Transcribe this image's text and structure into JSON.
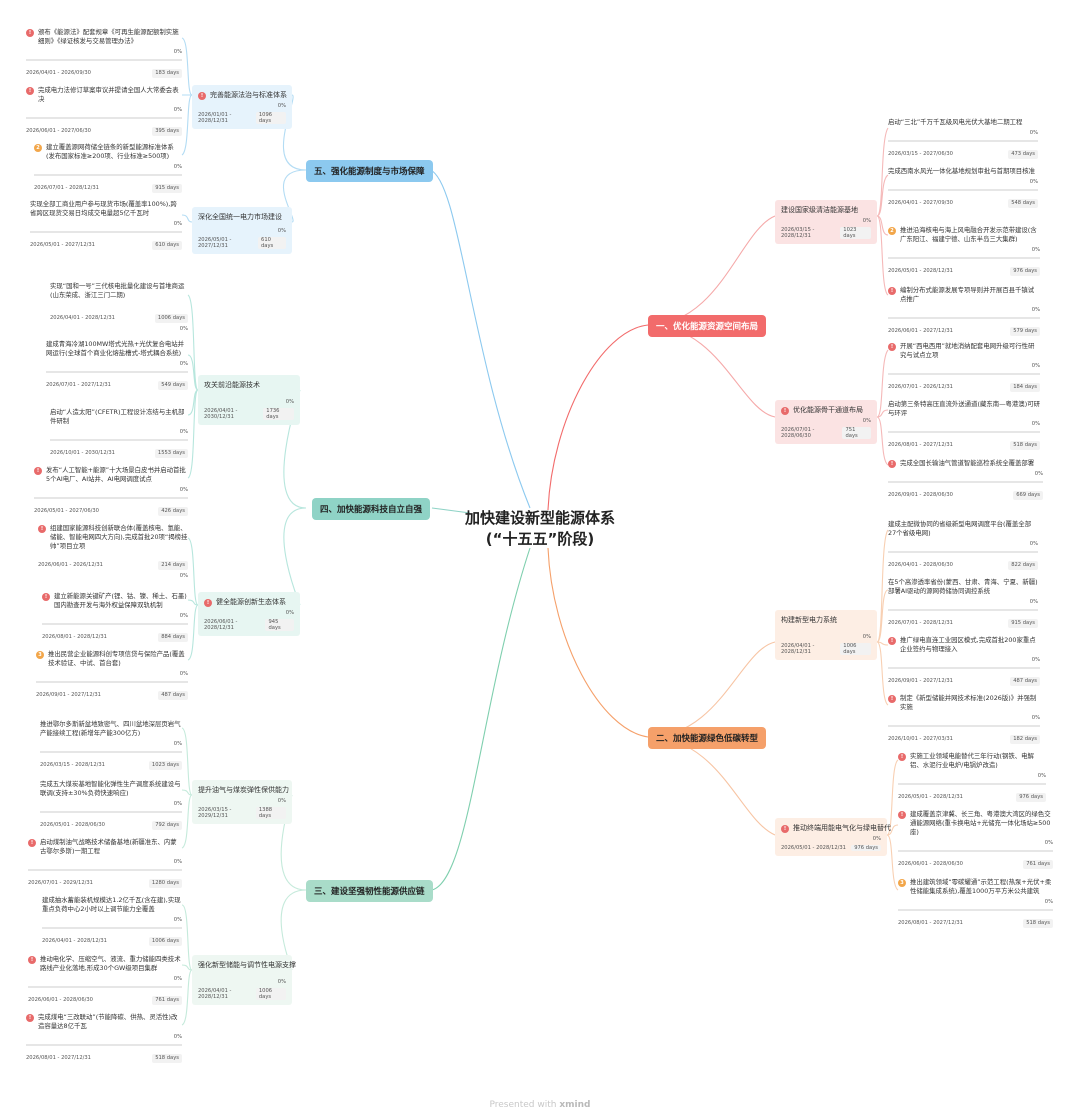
{
  "root": {
    "line1": "加快建设新型能源体系",
    "line2": "(“十五五”阶段)"
  },
  "colors": {
    "red": "#f26b6b",
    "orange": "#f5a06a",
    "teal": "#8fd3c6",
    "mint": "#a9dcc9",
    "blue": "#8cc9ef",
    "greenwire": "#7fcfae"
  },
  "branches": {
    "b1": "一、优化能源资源空间布局",
    "b2": "二、加快能源绿色低碳转型",
    "b3": "三、建设坚强韧性能源供应链",
    "b4": "四、加快能源科技自立自强",
    "b5": "五、强化能源制度与市场保障"
  },
  "subs": {
    "s11": {
      "title": "建设国家级清洁能源基地",
      "pct": "0%",
      "date": "2026/03/15 - 2028/12/31",
      "days": "1023 days"
    },
    "s12": {
      "title": "优化能源骨干通道布局",
      "pct": "0%",
      "date": "2026/07/01 - 2028/06/30",
      "days": "751 days"
    },
    "s21": {
      "title": "构建新型电力系统",
      "pct": "0%",
      "date": "2026/04/01 - 2028/12/31",
      "days": "1006 days"
    },
    "s22": {
      "title": "推动终端用能电气化与绿电替代",
      "pct": "0%",
      "date": "2026/05/01 - 2028/12/31",
      "days": "976 days"
    },
    "s31": {
      "title": "提升油气与煤炭弹性保供能力",
      "pct": "0%",
      "date": "2026/03/15 - 2029/12/31",
      "days": "1388 days"
    },
    "s32": {
      "title": "强化新型储能与调节性电源支撑",
      "pct": "0%",
      "date": "2026/04/01 - 2028/12/31",
      "days": "1006 days"
    },
    "s41": {
      "title": "攻关前沿能源技术",
      "pct": "0%",
      "date": "2026/04/01 - 2030/12/31",
      "days": "1736 days"
    },
    "s42": {
      "title": "健全能源创新生态体系",
      "pct": "0%",
      "date": "2026/06/01 - 2028/12/31",
      "days": "945 days"
    },
    "s51": {
      "title": "完善能源法治与标准体系",
      "pct": "0%",
      "date": "2026/01/01 - 2028/12/31",
      "days": "1096 days"
    },
    "s52": {
      "title": "深化全国统一电力市场建设",
      "pct": "0%",
      "date": "2026/05/01 - 2027/12/31",
      "days": "610 days"
    }
  },
  "tasks": {
    "t111": {
      "text": "启动“三北”千万千瓦级风电光伏大基地二期工程",
      "pct": "0%",
      "date": "2026/03/15 - 2027/06/30",
      "days": "473 days"
    },
    "t112": {
      "text": "完成西南水风光一体化基地规划审批与首期项目核准",
      "pct": "0%",
      "date": "2026/04/01 - 2027/09/30",
      "days": "548 days"
    },
    "t113": {
      "text": "推进沿海核电与海上风电融合开发示范带建设(含广东阳江、福建宁德、山东半岛三大集群)",
      "pct": "0%",
      "date": "2026/05/01 - 2028/12/31",
      "days": "976 days"
    },
    "t114": {
      "text": "编制分布式能源发展专项导则并开展百县千镇试点推广",
      "pct": "0%",
      "date": "2026/06/01 - 2027/12/31",
      "days": "579 days"
    },
    "t121": {
      "text": "开展“西电西用”就地消纳配套电网升级可行性研究与试点立项",
      "pct": "0%",
      "date": "2026/07/01 - 2026/12/31",
      "days": "184 days"
    },
    "t122": {
      "text": "启动第三条特高压直流外送通道(藏东南—粤港澳)可研与环评",
      "pct": "0%",
      "date": "2026/08/01 - 2027/12/31",
      "days": "518 days"
    },
    "t123": {
      "text": "完成全国长输油气管道智能巡检系统全覆盖部署",
      "pct": "0%",
      "date": "2026/09/01 - 2028/06/30",
      "days": "669 days"
    },
    "t211": {
      "text": "建成主配微协同的省级新型电网调度平台(覆盖全部27个省级电网)",
      "pct": "0%",
      "date": "2026/04/01 - 2028/06/30",
      "days": "822 days"
    },
    "t212": {
      "text": "在5个高渗透率省份(蒙西、甘肃、青海、宁夏、新疆)部署AI驱动的源网荷储协同调控系统",
      "pct": "0%",
      "date": "2026/07/01 - 2028/12/31",
      "days": "915 days"
    },
    "t213": {
      "text": "推广绿电直连工业园区模式,完成首批200家重点企业签约与物理接入",
      "pct": "0%",
      "date": "2026/09/01 - 2027/12/31",
      "days": "487 days"
    },
    "t214": {
      "text": "制定《新型储能并网技术标准(2026版)》并强制实施",
      "pct": "0%",
      "date": "2026/10/01 - 2027/03/31",
      "days": "182 days"
    },
    "t221": {
      "text": "实施工业领域电能替代三年行动(钢铁、电解铝、水泥行业电炉/电锅炉改造)",
      "pct": "0%",
      "date": "2026/05/01 - 2028/12/31",
      "days": "976 days"
    },
    "t222": {
      "text": "建成覆盖京津冀、长三角、粤港澳大湾区的绿色交通能源网络(重卡换电站+光储充一体化场站≥500座)",
      "pct": "0%",
      "date": "2026/06/01 - 2028/06/30",
      "days": "761 days"
    },
    "t223": {
      "text": "推出建筑领域“零碳耀通”示范工程(热泵+光伏+柔性储能集成系统),覆盖1000万平方米公共建筑",
      "pct": "0%",
      "date": "2026/08/01 - 2027/12/31",
      "days": "518 days"
    },
    "t311": {
      "text": "推进鄂尔多斯新盆地致密气、四川盆地深层页岩气产能接续工程(新增年产能300亿方)",
      "pct": "0%",
      "date": "2026/03/15 - 2028/12/31",
      "days": "1023 days"
    },
    "t312": {
      "text": "完成五大煤炭基地智能化弹性生产调度系统建设与联调(支持±30%负荷快速响应)",
      "pct": "0%",
      "date": "2026/05/01 - 2028/06/30",
      "days": "792 days"
    },
    "t313": {
      "text": "启动煤制油气战略技术储备基地(新疆准东、内蒙古鄂尔多斯)一期工程",
      "pct": "0%",
      "date": "2026/07/01 - 2029/12/31",
      "days": "1280 days"
    },
    "t321": {
      "text": "建成抽水蓄能装机规模达1.2亿千瓦(含在建),实现重点负荷中心2小时以上调节能力全覆盖",
      "pct": "0%",
      "date": "2026/04/01 - 2028/12/31",
      "days": "1006 days"
    },
    "t322": {
      "text": "推动电化学、压缩空气、液流、重力储能四类技术路线产业化落地,形成30个GW级项目集群",
      "pct": "0%",
      "date": "2026/06/01 - 2028/06/30",
      "days": "761 days"
    },
    "t323": {
      "text": "完成煤电“三改联动”(节能降碳、供热、灵活性)改造容量达8亿千瓦",
      "pct": "0%",
      "date": "2026/08/01 - 2027/12/31",
      "days": "518 days"
    },
    "t411": {
      "text": "实现“国和一号”三代核电批量化建设与首堆商运(山东荣成、浙江三门二期)",
      "pct": "0%",
      "date": "2026/04/01 - 2028/12/31",
      "days": "1006 days"
    },
    "t412": {
      "text": "建成青海冷湖100MW塔式光热+光伏复合电站并网运行(全球首个商业化熔盐槽式-塔式耦合系统)",
      "pct": "0%",
      "date": "2026/07/01 - 2027/12/31",
      "days": "549 days"
    },
    "t413": {
      "text": "启动“人造太阳”(CFETR)工程设计冻结与主机部件研制",
      "pct": "0%",
      "date": "2026/10/01 - 2030/12/31",
      "days": "1553 days"
    },
    "t414": {
      "text": "发布“人工智能+能源”十大场景白皮书并启动首批5个AI电厂、AI站井、AI电网调度试点",
      "pct": "0%",
      "date": "2026/05/01 - 2027/06/30",
      "days": "426 days"
    },
    "t421": {
      "text": "组建国家能源科技创新联合体(覆盖核电、氢能、储能、智能电网四大方向),完成首批20项“揭榜挂帅”项目立项",
      "pct": "0%",
      "date": "2026/06/01 - 2026/12/31",
      "days": "214 days"
    },
    "t422": {
      "text": "建立新能源关键矿产(锂、钴、镍、稀土、石墨)国内勘查开发与海外权益保障双轨机制",
      "pct": "0%",
      "date": "2026/08/01 - 2028/12/31",
      "days": "884 days"
    },
    "t423": {
      "text": "推出民营企业能源科创专项信贷与保险产品(覆盖技术验证、中试、首台套)",
      "pct": "0%",
      "date": "2026/09/01 - 2027/12/31",
      "days": "487 days"
    },
    "t511": {
      "text": "颁布《能源法》配套规章《可再生能源配额制实施细则》《绿证核发与交易管理办法》",
      "pct": "0%",
      "date": "2026/04/01 - 2026/09/30",
      "days": "183 days"
    },
    "t512": {
      "text": "完成电力法修订草案审议并提请全国人大常委会表决",
      "pct": "0%",
      "date": "2026/06/01 - 2027/06/30",
      "days": "395 days"
    },
    "t513": {
      "text": "建立覆盖源网荷储全链条的新型能源标准体系(发布国家标准≥200项、行业标准≥500项)",
      "pct": "0%",
      "date": "2026/07/01 - 2028/12/31",
      "days": "915 days"
    },
    "t521": {
      "text": "实现全部工商业用户参与现货市场(覆盖率100%),跨省跨区现货交易日均成交电量超5亿千瓦时",
      "pct": "0%",
      "date": "2026/05/01 - 2027/12/31",
      "days": "610 days"
    }
  },
  "footer": {
    "presented": "Presented with",
    "brand": "xmind"
  }
}
